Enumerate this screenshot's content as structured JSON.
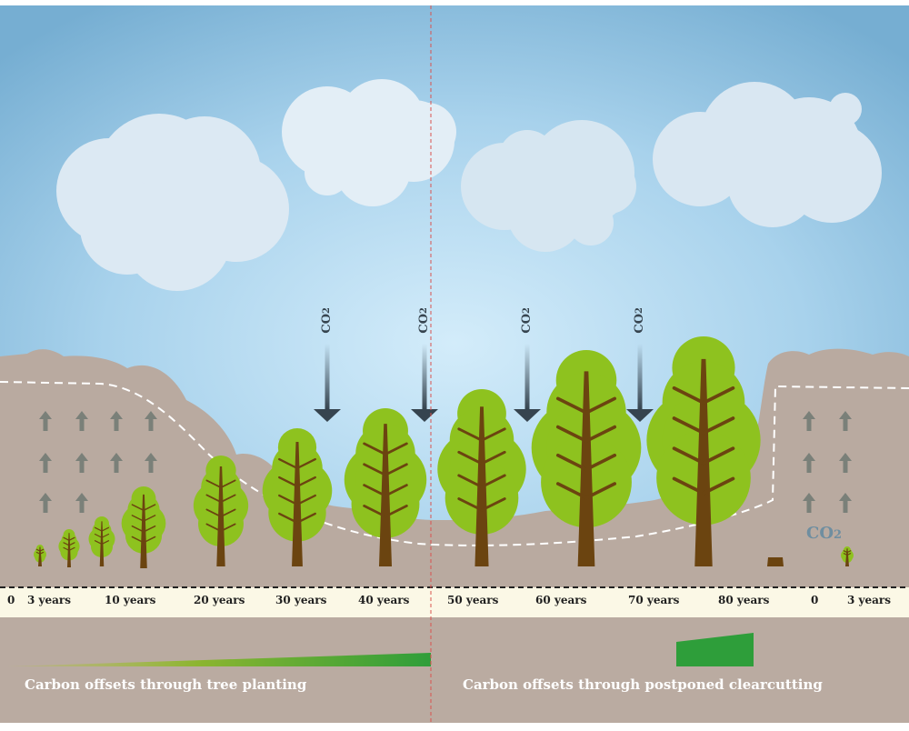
{
  "co2_label": "CO",
  "co2_sub": "2",
  "timeline": {
    "left_labels": [
      "0",
      "3 years",
      "10 years",
      "20 years",
      "30 years",
      "40 years"
    ],
    "right_labels": [
      "50 years",
      "60 years",
      "70 years",
      "80  years",
      "0",
      "3 years"
    ]
  },
  "captions": {
    "left": "Carbon offsets through tree planting",
    "right": "Carbon offsets through postponed clearcutting"
  },
  "colors": {
    "sky_center": "#cfeaf9",
    "sky_edge": "#7fb6d8",
    "cloud": "#dceaf4",
    "ground": "#b9aaa0",
    "foliage": "#8ec21f",
    "trunk": "#6b4410",
    "arrow_dark": "#36444f",
    "arrow_grey": "#7a8079",
    "timeline_strip": "#fbf8e6",
    "bar_green": "#2e9e3a",
    "divider": "#d9534f"
  }
}
